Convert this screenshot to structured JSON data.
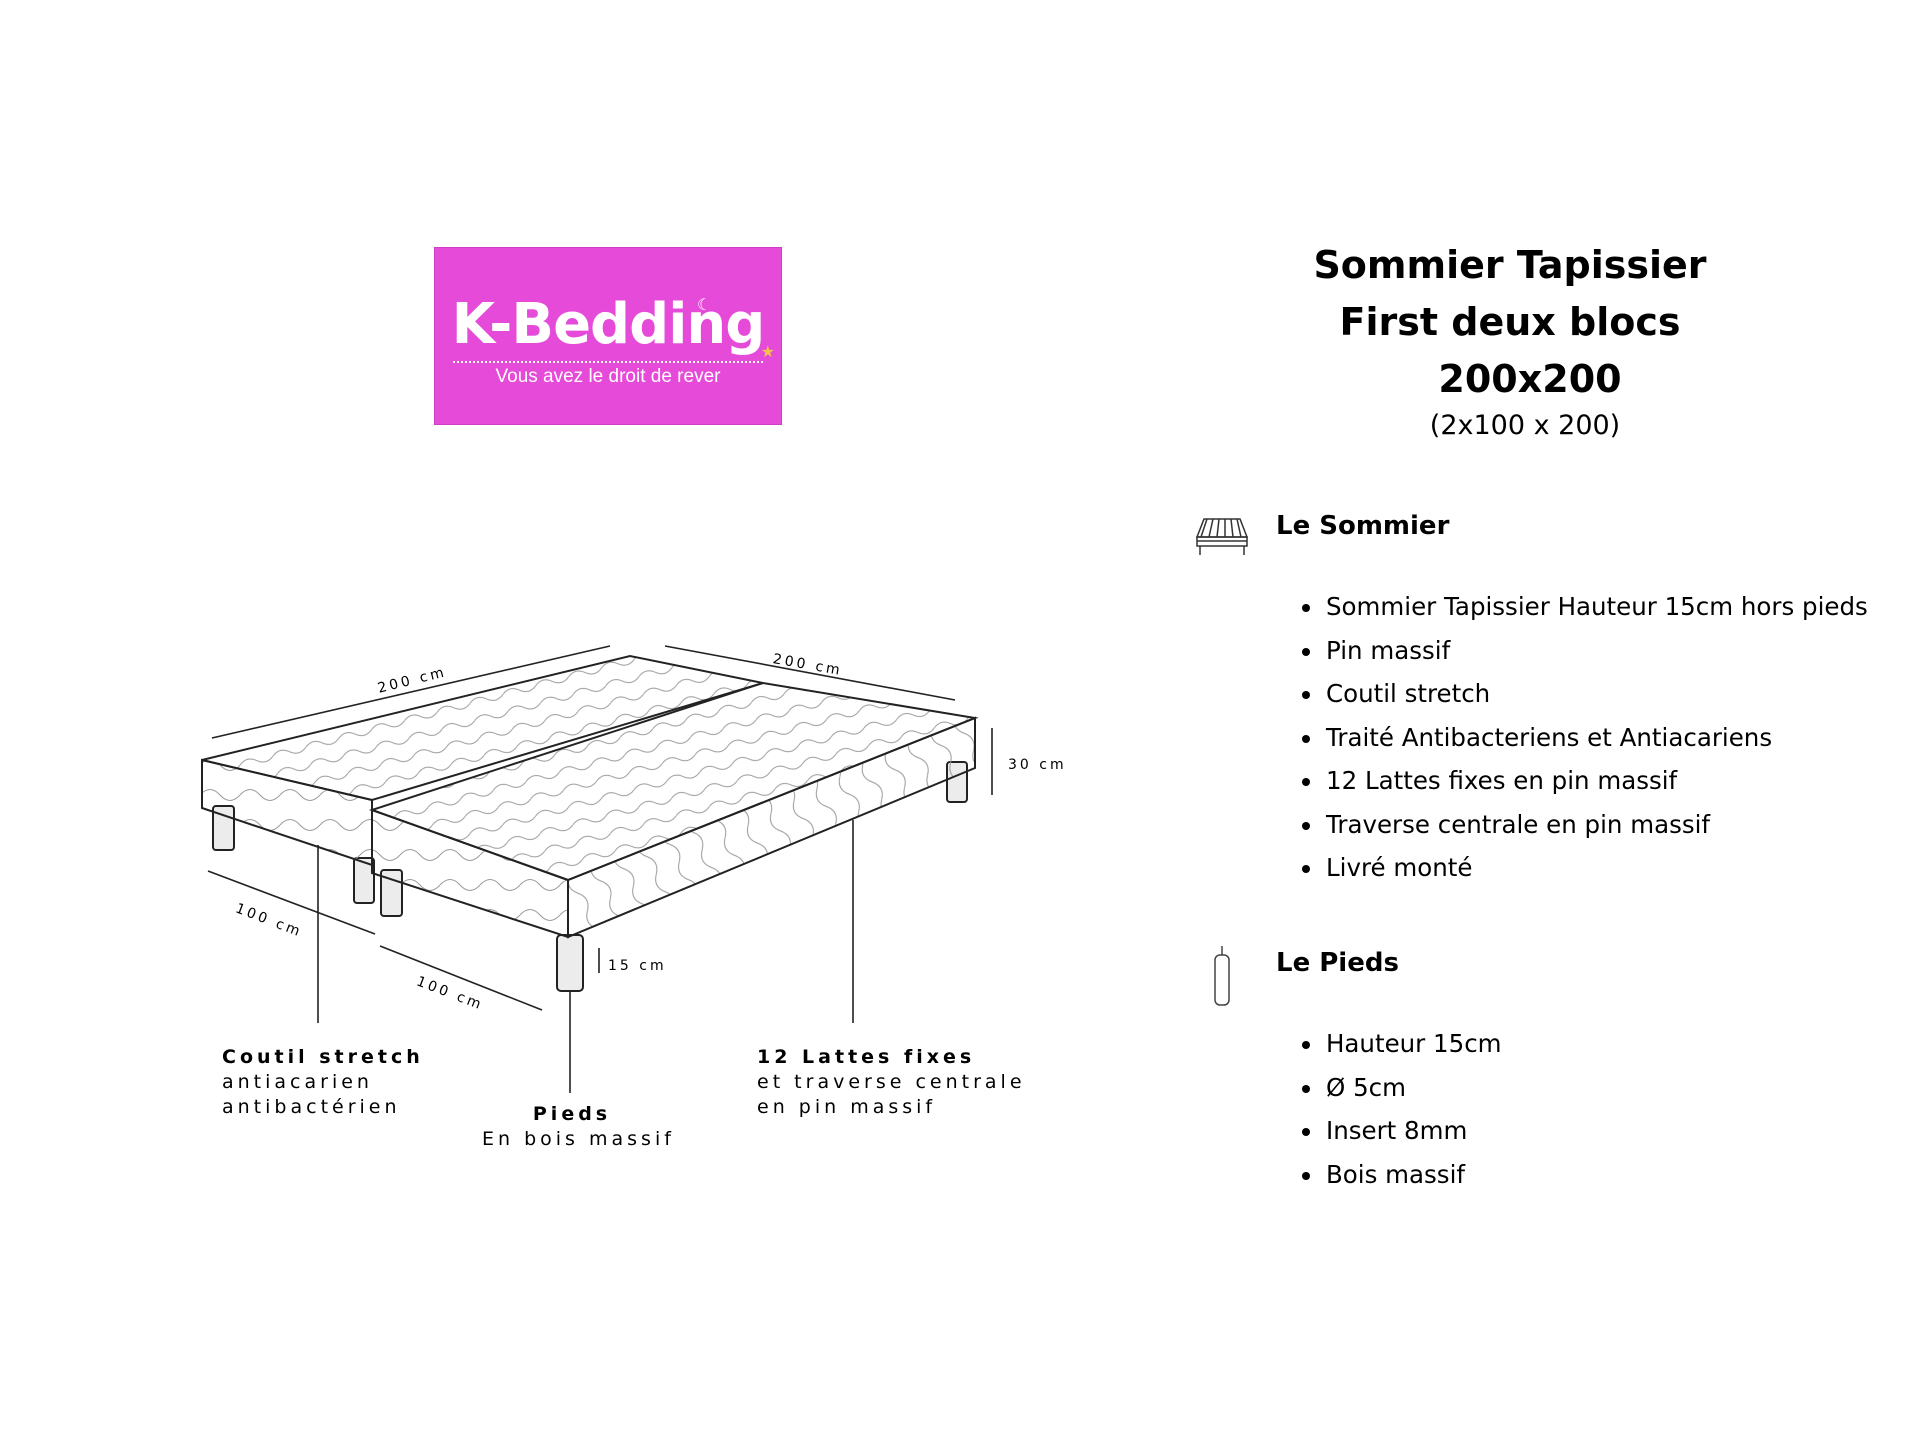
{
  "logo": {
    "name": "K-Bedding",
    "tagline": "Vous avez le droit de rever"
  },
  "title": {
    "line1": "Sommier Tapissier",
    "line2": "First deux blocs",
    "line3": "200x200",
    "subtitle": "(2x100 x 200)"
  },
  "sections": [
    {
      "title": "Le Sommier",
      "icon": "bed-base-icon",
      "items": [
        "Sommier Tapissier Hauteur 15cm hors pieds",
        "Pin massif",
        "Coutil stretch",
        "Traité Antibacteriens et Antiacariens",
        "12 Lattes fixes en pin massif",
        "Traverse centrale en pin massif",
        "Livré monté"
      ]
    },
    {
      "title": "Le Pieds",
      "icon": "bed-leg-icon",
      "items": [
        "Hauteur 15cm",
        "Ø 5cm",
        "Insert 8mm",
        "Bois massif"
      ]
    }
  ],
  "diagram": {
    "dims": {
      "length_left": "200 cm",
      "length_right": "200 cm",
      "height": "30 cm",
      "width_a": "100 cm",
      "width_b": "100 cm",
      "leg": "15 cm"
    },
    "callouts": {
      "fabric": {
        "title": "Coutil stretch",
        "line1": "antiacarien",
        "line2": "antibactérien"
      },
      "legs": {
        "title": "Pieds",
        "line1": "En bois massif"
      },
      "slats": {
        "title": "12 Lattes fixes",
        "line1": "et traverse centrale",
        "line2": "en pin massif"
      }
    }
  },
  "colors": {
    "logo_bg": "#e64ad9",
    "logo_text": "#ffffff",
    "text": "#000000"
  }
}
